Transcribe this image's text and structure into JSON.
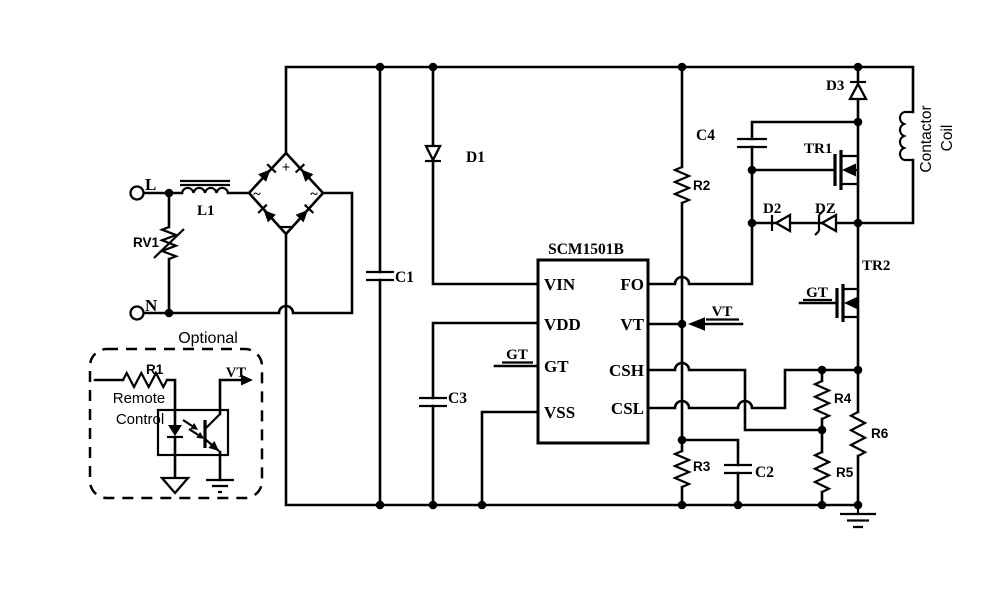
{
  "colors": {
    "ink": "#000000",
    "paper": "#ffffff"
  },
  "ic": {
    "title": "SCM1501B",
    "pins_left": [
      "VIN",
      "VDD",
      "GT",
      "VSS"
    ],
    "pins_right": [
      "FO",
      "VT",
      "CSH",
      "CSL"
    ]
  },
  "input": {
    "line": "L",
    "neutral": "N",
    "inductor": "L1",
    "varistor": "RV1",
    "bridge_plus": "+",
    "bridge_ac_left": "~",
    "bridge_ac_right": "~"
  },
  "parts": {
    "c1": "C1",
    "c2": "C2",
    "c3": "C3",
    "c4": "C4",
    "d1": "D1",
    "d2": "D2",
    "d3": "D3",
    "dz": "DZ",
    "r2": "R2",
    "r3": "R3",
    "r4": "R4",
    "r5": "R5",
    "r6": "R6",
    "tr1": "TR1",
    "tr2": "TR2"
  },
  "signals": {
    "ic_gt": "GT",
    "ic_vt": "VT",
    "tr2_gt": "GT"
  },
  "optional": {
    "caption": "Optional",
    "desc1": "Remote",
    "desc2": "Control",
    "r1": "R1",
    "vt_out": "VT"
  },
  "load": {
    "name1": "Contactor",
    "name2": "Coil"
  }
}
